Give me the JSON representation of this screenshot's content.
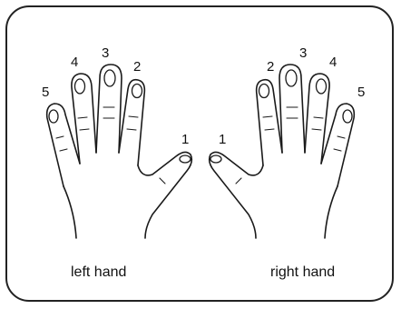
{
  "left_hand": {
    "label": "left hand",
    "finger_numbers": {
      "thumb": "1",
      "index": "2",
      "middle": "3",
      "ring": "4",
      "pinky": "5"
    }
  },
  "right_hand": {
    "label": "right hand",
    "finger_numbers": {
      "thumb": "1",
      "index": "2",
      "middle": "3",
      "ring": "4",
      "pinky": "5"
    }
  }
}
